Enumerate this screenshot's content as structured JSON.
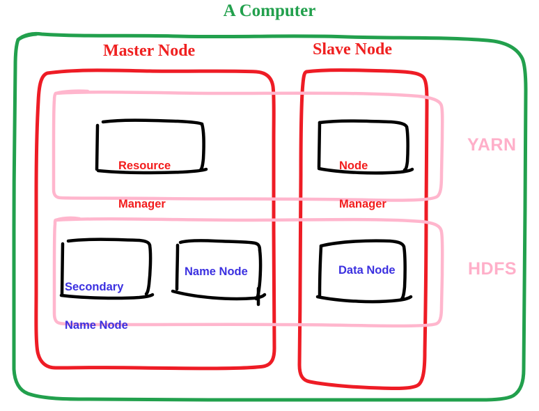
{
  "diagram": {
    "title": "A Computer",
    "title_color": "#22a04d",
    "type": "hand-drawn-architecture",
    "subject": "Hadoop cluster on a single computer"
  },
  "nodes": [
    {
      "id": "master",
      "label": "Master Node",
      "color": "#ef2020"
    },
    {
      "id": "slave",
      "label": "Slave Node",
      "color": "#ef2020"
    }
  ],
  "layers": [
    {
      "id": "yarn",
      "label": "YARN",
      "color": "#ffafc9"
    },
    {
      "id": "hdfs",
      "label": "HDFS",
      "color": "#ffafc9"
    }
  ],
  "components": [
    {
      "id": "resource-manager",
      "label": "Resource\nManager",
      "line1": "Resource",
      "line2": "Manager",
      "node": "master",
      "layer": "yarn",
      "text_color": "#f21c1c",
      "box_color": "#000000"
    },
    {
      "id": "node-manager",
      "label": "Node\nManager",
      "line1": "Node",
      "line2": "Manager",
      "node": "slave",
      "layer": "yarn",
      "text_color": "#f21c1c",
      "box_color": "#000000"
    },
    {
      "id": "secondary-name-node",
      "label": "Secondary\nName Node",
      "line1": "Secondary",
      "line2": "Name Node",
      "node": "master",
      "layer": "hdfs",
      "text_color": "#3b30e0",
      "box_color": "#000000"
    },
    {
      "id": "name-node",
      "label": "Name Node",
      "line1": "Name Node",
      "line2": "",
      "node": "master",
      "layer": "hdfs",
      "text_color": "#3b30e0",
      "box_color": "#000000"
    },
    {
      "id": "data-node",
      "label": "Data Node",
      "line1": "Data Node",
      "line2": "",
      "node": "slave",
      "layer": "hdfs",
      "text_color": "#3b30e0",
      "box_color": "#000000"
    }
  ],
  "colors": {
    "background": "#ffffff",
    "computer_border": "#22a04d",
    "node_border": "#ee1c25",
    "layer_border": "#ffb6cd",
    "component_border": "#000000",
    "yarn_text": "#f21c1c",
    "hdfs_text": "#3b30e0"
  }
}
